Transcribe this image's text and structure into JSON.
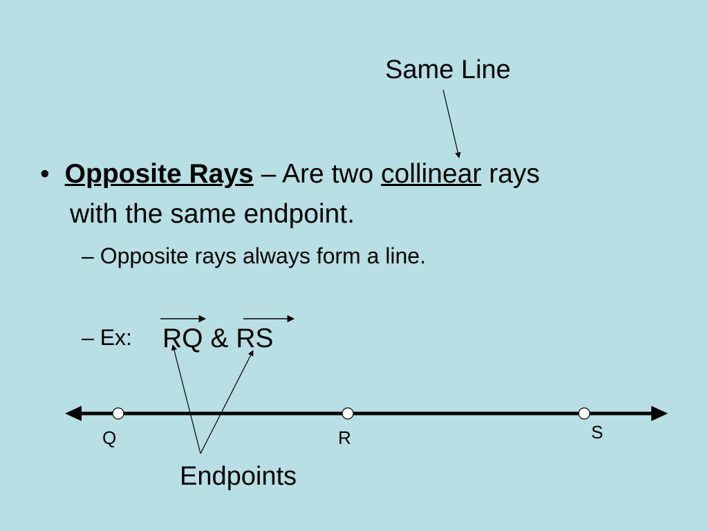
{
  "slide": {
    "background": "#b8dfe3",
    "annotation_top": "Same Line",
    "bullet": {
      "marker": "•",
      "term": "Opposite Rays",
      "dash_text": " – Are two ",
      "key_word": "collinear",
      "after_key": " rays",
      "line2": "with the same endpoint."
    },
    "subbullets": [
      {
        "marker": "–",
        "text": "Opposite rays always form a line."
      },
      {
        "marker": "–",
        "text": "Ex:"
      }
    ],
    "example": {
      "ray1": "RQ",
      "joiner": " & ",
      "ray2": "RS"
    },
    "number_line": {
      "points": [
        "Q",
        "R",
        "S"
      ]
    },
    "annotation_bottom": "Endpoints"
  }
}
